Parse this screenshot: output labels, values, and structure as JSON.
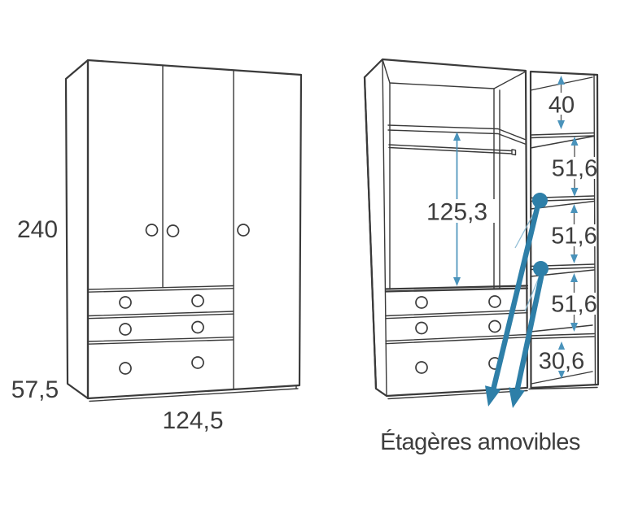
{
  "front_view": {
    "height_label": "240",
    "plinth_height_label": "57,5",
    "width_label": "124,5"
  },
  "interior_view": {
    "hanging_height_label": "125,3",
    "shelf_gaps": [
      "40",
      "51,6",
      "51,6",
      "51,6",
      "30,6"
    ],
    "callout_label": "Étagères amovibles"
  },
  "colors": {
    "line": "#3a3a3a",
    "text": "#3d3d3d",
    "accent": "#2e7fa8",
    "dimarrow": "#4a93bb",
    "leader": "#93bfd6",
    "bg": "#ffffff"
  }
}
